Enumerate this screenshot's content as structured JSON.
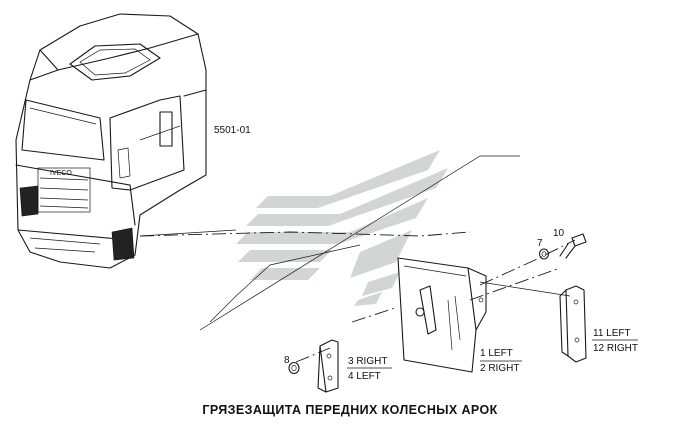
{
  "group_code": "5501-01",
  "caption": "ГРЯЗЕЗАЩИТА ПЕРЕДНИХ КОЛЕСНЫХ АРОК",
  "callouts": {
    "p1": "1 LEFT",
    "p2": "2 RIGHT",
    "p3": "3 RIGHT",
    "p4": "4 LEFT",
    "p7": "7",
    "p8": "8",
    "p10": "10",
    "p11": "11 LEFT",
    "p12": "12 RIGHT"
  },
  "colors": {
    "watermark": "#c9cfcd",
    "ink": "#1a1a1a"
  },
  "watermark_icon": "striped-arrow-logo"
}
